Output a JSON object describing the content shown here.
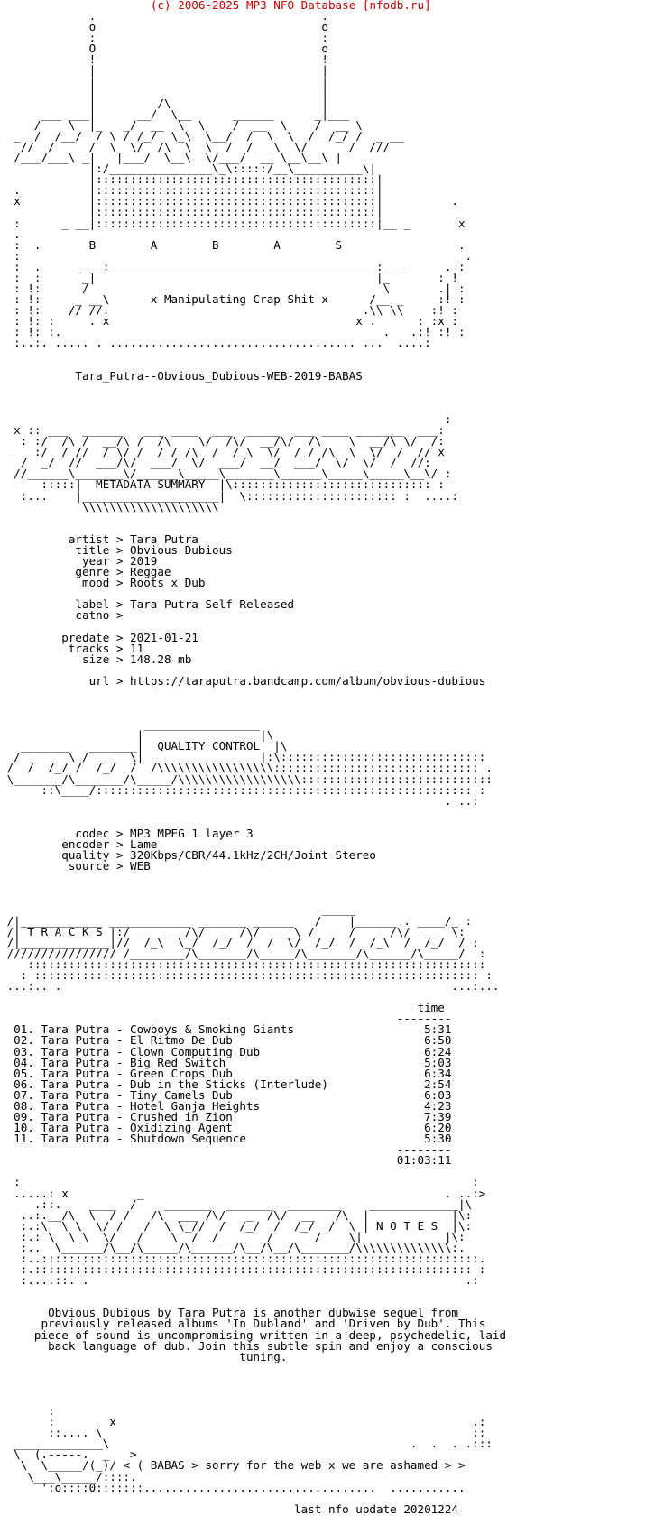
{
  "credit": "(c) 2006-2025 MP3 NFO Database [nfodb.ru]",
  "colors": {
    "credit": "#cc0000",
    "text": "#000000",
    "background": "#ffffff"
  },
  "lines": [
    "             .                                 .",
    "             o                                 o",
    "             :                                 :",
    "             O                                 o",
    "             !                                 !",
    "             |                                 |",
    "             |                                 |",
    "             |                                 |",
    "             |         /\\                      |",
    "      ___ ___|      __/  \\__      ______      _|___",
    "     /    \\  |_   _/  __  \\  \\    /  __  \\    /  __ \\",
    "  _  /  /__/  / \\ / /_/  \\_\\  \\__/  /  \\  \\  /  /_/ /  _ __",
    "   //  /  ___/  \\__\\/  /\\  \\  \\  /  /___\\  \\/  ____/  ///",
    "  /___/___\\ _|   |___/  \\__\\  \\/___/  __ \\__\\__\\ |",
    "             |:/_______________\\_\\:::::/__\\__________\\|",
    "             |:::::::::::::::::::::::::::::::::::::::::|",
    "  .          |:::::::::::::::::::::::::::::::::::::::::|",
    "  x          |:::::::::::::::::::::::::::::::::::::::::|          .",
    "             |:::::::::::::::::::::::::::::::::::::::::|",
    "  :      _ __|:::::::::::::::::::::::::::::::::::::::::|__ _       x",
    "  .",
    "  :  .       B        A        B        A        S                 .",
    "  :                                                                 .",
    "  :  .     _ __:_______________________________________:__ _     . :",
    "  :  :      _|                                         |_       : !",
    "  : !:      /                                           \\       .| :",
    "  : !:     _ __\\      x Manipulating Crap Shit x      /__ _     :! :",
    "  : !:    // //.                                     .\\\\ \\\\    :! :",
    "  : !: :     . x                                    x .      : :x :",
    "  : !: :.                                               .   .:! :! :",
    "  :..:. ..... . .................................... ...  ....:",
    "",
    "",
    "           Tara_Putra--Obvious_Dubious-WEB-2019-BABAS",
    "",
    "",
    "",
    "                                                                 :",
    "  x :: ___  ______   ___ ____  ___  _____  ___ ____ _______  ___:",
    "   : :/  /\\ /  __/\\ /  /\\    \\/  /\\/  __/\\/  /\\    \\  __/\\ \\/  /:",
    "  __ :/  / //  /_\\/ /  /_/ /\\  /  /_\\  \\/  /_/ /\\  \\  \\/  /  // x",
    "   /  _/  //  ___/\\/  ___/  \\/  ___/  __/  ___/  \\/  \\/  /  //:",
    "  //______\\_______\\/______\\_____\\_______\\______\\_____\\_____\\__\\/ :",
    "      :::::|  METADATA SUMMARY  |\\::::::::::::::::::::::::::::: :",
    "   :...    |____________________|  \\:::::::::::::::::::::: :  ....:",
    "            \\\\\\\\\\\\\\\\\\\\\\\\\\\\\\\\\\\\\\\\",
    "",
    "",
    "          artist > Tara Putra",
    "           title > Obvious Dubious",
    "            year > 2019",
    "           genre > Reggae",
    "            mood > Roots x Dub",
    "",
    "           label > Tara Putra Self-Released",
    "           catno >",
    "",
    "         predate > 2021-01-21",
    "          tracks > 11",
    "            size > 148.28 mb",
    "",
    "             url > https://taraputra.bandcamp.com/album/obvious-dubious",
    "",
    "",
    "",
    "                     _________________",
    "                    |                 |\\",
    "   _______   _______|  QUALITY CONTROL  |\\",
    "  /  ___  \\ /  __  \\|_________________|:\\::::::::::::::::::::::::::::::",
    " /  /  /_/ /  /_/  /  /\\\\\\\\\\\\\\\\\\\\\\\\\\\\\\\\\\:::::::::::::::::::::::::::::: .",
    " \\_______/\\_______/\\_____/\\\\\\\\\\\\\\\\\\\\\\\\\\\\\\\\\\\\::::::::::::::::::::::::::::",
    "      ::\\____/::::::::::::::::::::::::::::::::::::::::::::::::::::::: :",
    "                                                                 . ..:",
    "",
    "",
    "           codec > MP3 MPEG 1 layer 3",
    "         encoder > Lame",
    "         quality > 320Kbps/CBR/44.1kHz/2CH/Joint Stereo",
    "          source > WEB",
    "",
    "",
    "",
    "                                               _____",
    " /|____________ ____________ _______ ______   /    |______ . ____/_ :",
    " /| T R A C K S |:/  _  ___/\\/  _  /\\/  __ \\ /  _  /   __/\\/  __  \\:",
    " /|_____________|//  /_\\  \\_/  /_/  /  /  \\/  /_/  /  /_\\  /  /_/  / :",
    " //////////////// /________/\\_______/\\_____/\\_______/\\______/\\_____/  :",
    "    :::::::::::::::::::::::::::::::::::::::::::::::::::::::::::::::::::",
    "   : ::::::::::::::::::::::::::::::::::::::::::::::::::::::::::::::::: :",
    " ...:.. .                                                         ...:...",
    "",
    "                                                             time",
    "                                                          --------",
    "  01. Tara Putra - Cowboys & Smoking Giants                   5:31",
    "  02. Tara Putra - El Ritmo De Dub                            6:50",
    "  03. Tara Putra - Clown Computing Dub                        6:24",
    "  04. Tara Putra - Big Red Switch                             5:03",
    "  05. Tara Putra - Green Crops Dub                            6:34",
    "  06. Tara Putra - Dub in the Sticks (Interlude)              2:54",
    "  07. Tara Putra - Tiny Camels Dub                            6:03",
    "  08. Tara Putra - Hotel Ganja Heights                        4:23",
    "  09. Tara Putra - Crushed in Zion                            7:39",
    "  10. Tara Putra - Oxidizing Agent                            6:20",
    "  11. Tara Putra - Shutdown Sequence                          5:30",
    "                                                          --------",
    "                                                          01:03:11",
    "",
    "  :                                                                  :",
    "  .....: x          _                                            . ..:>",
    "     .::.    ____  /    _______  _______  ________    _____________|\\",
    "   ..:.__/\\  \\  / /   /\\  ___ /\\/   _  /\\/  __   /\\  |            |\\:",
    "   :.:\\  \\ \\  \\/ /   /  \\ \\_//  /  /_/  /  /_/  /  \\ | N O T E S  |\\:",
    "   :.: \\  \\_\\  \\/   /    \\__/  /____   /  ____/    \\|____________|\\:",
    "   :..  \\______/\\__/\\_____/\\______/\\__/\\__/\\_______/\\\\\\\\\\\\\\\\\\\\\\\\\\\\:.",
    "   :..::::::::::::::::::::::::::::::::::::::::::::::::::::::::::::::::.",
    "   :.:::::::::::::::::::::::::::::::::::::::::::::::::::::::::::::::: :",
    "   :....::. .                                                       .:",
    "",
    "",
    "       Obvious Dubious by Tara Putra is another dubwise sequel from",
    "      previously released albums 'In Dubland' and 'Driven by Dub'. This",
    "     piece of sound is uncompromising written in a deep, psychedelic, laid-",
    "       back language of dub. Join this subtle spin and enjoy a conscious",
    "                                   tuning.",
    "",
    "",
    "",
    "",
    "       :",
    "       :        x                                                    .:",
    "       ::.... \\                                                      ::",
    "  _____________\\                                            .  .  . .:::",
    "  \\  (.-----.  _   >",
    "   \\  \\_____/(_)/ < ( BABAS > sorry for the web x we are ashamed > >",
    "    \\___\\_____/::::.",
    "      ':o::::0:::::::..................................  ...........",
    "",
    "                                           last nfo update 20201224"
  ]
}
